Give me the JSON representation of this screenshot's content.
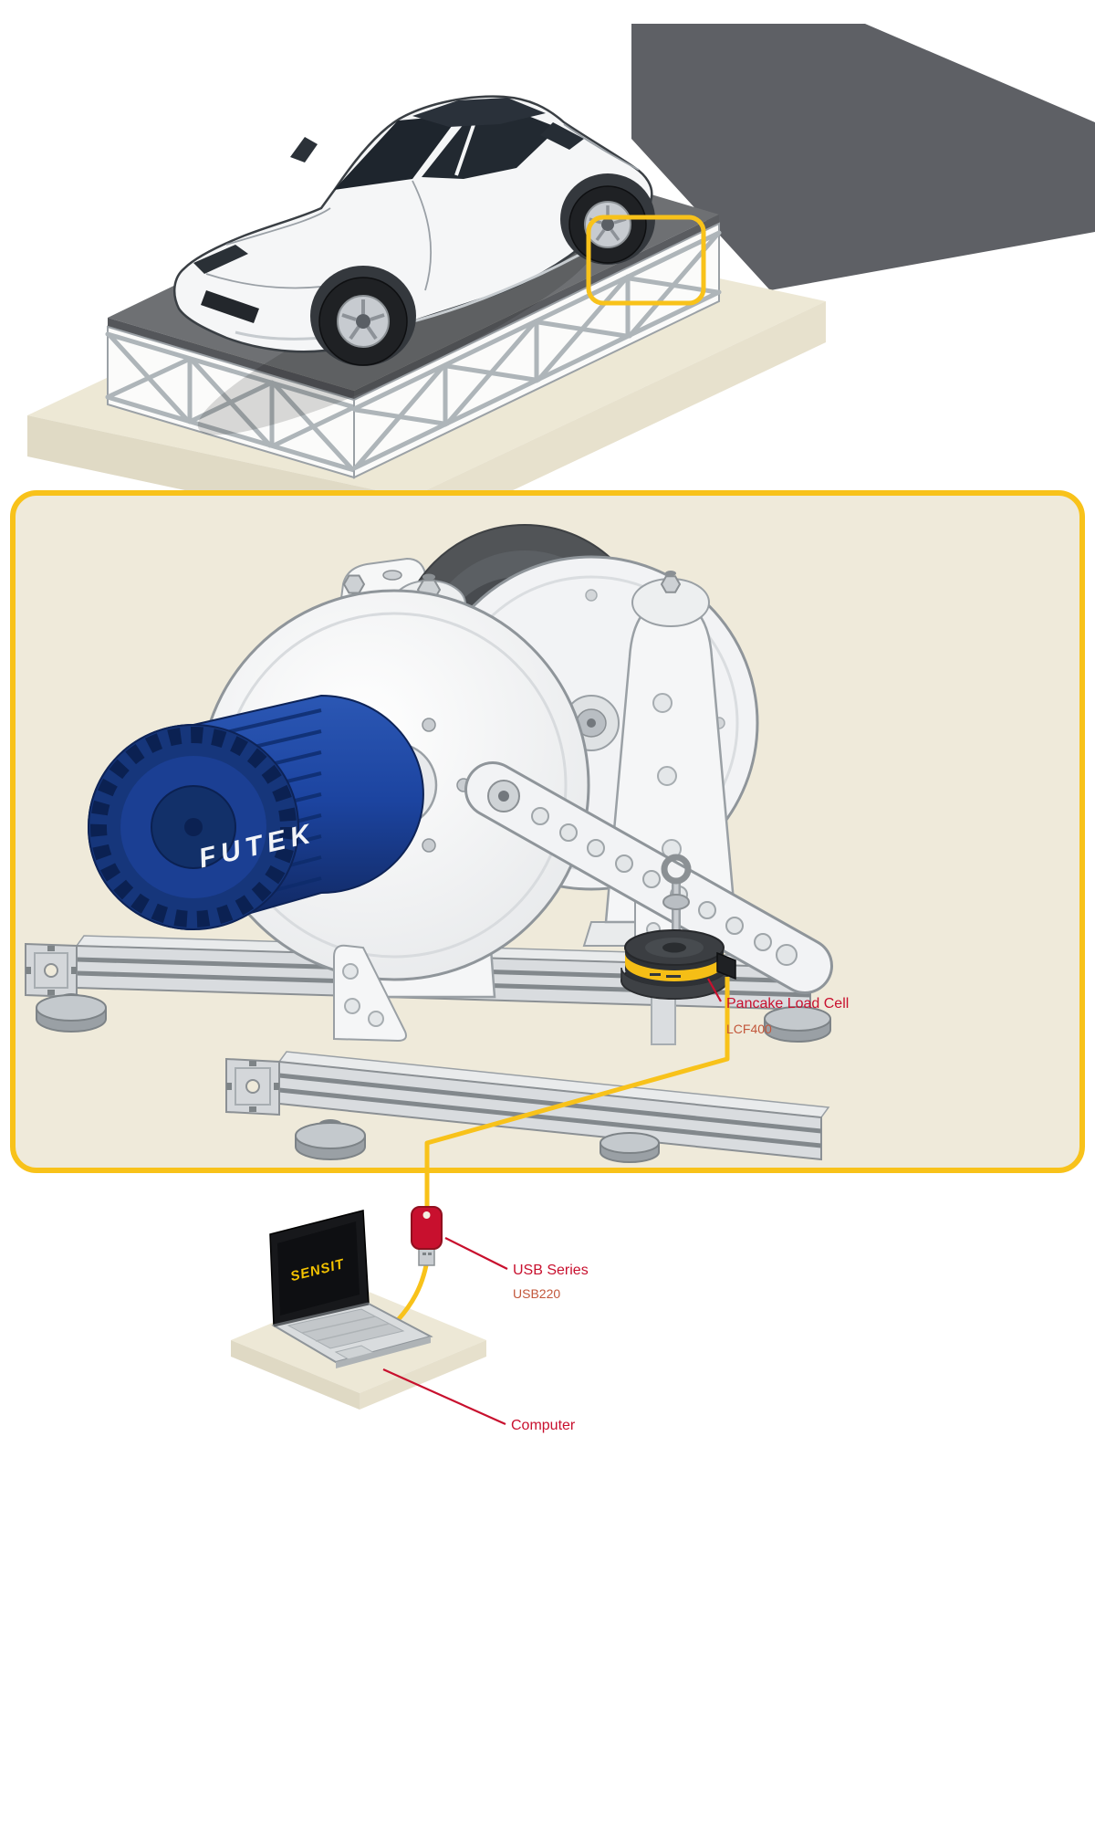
{
  "labels": {
    "load_cell": {
      "title": "Pancake Load Cell",
      "model": "LCF400"
    },
    "usb_adapter": {
      "title": "USB Series",
      "model": "USB220"
    },
    "computer": {
      "title": "Computer"
    }
  },
  "branding": {
    "motor_label": "FUTEK",
    "laptop_screen_label": "SENSIT"
  },
  "colors": {
    "accent_yellow": "#F8C21A",
    "label_red": "#C8102E",
    "model_red": "#C2573B",
    "motor_blue": "#1C44A0",
    "load_cell_band_yellow": "#F5BE16",
    "usb_body_red": "#C8102E",
    "panel_cream": "#EFEADA"
  }
}
